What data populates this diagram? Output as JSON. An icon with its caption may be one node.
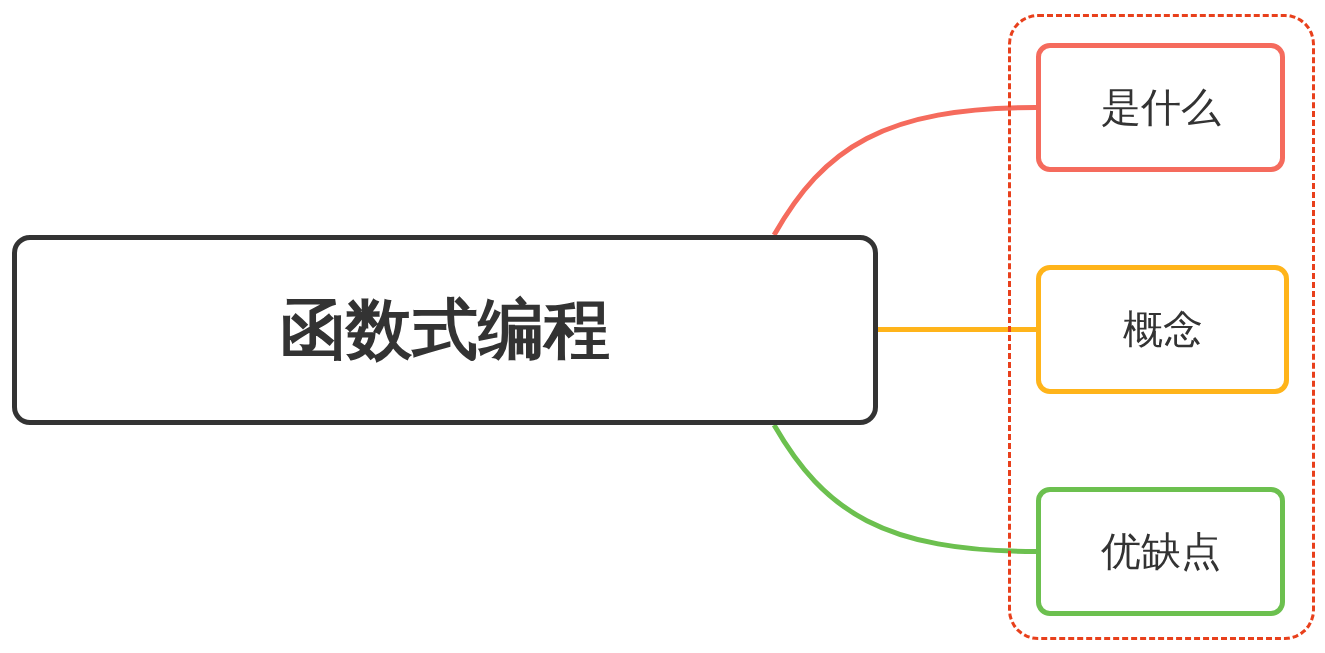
{
  "diagram": {
    "nodes": [
      {
        "text": [
          "函数式编程"
        ]
      },
      {
        "text": [],
        "shape": "box"
      },
      {
        "text": [
          "是什么"
        ],
        "in": 1
      },
      {
        "text": [
          "概念"
        ],
        "in": 1
      },
      {
        "text": [
          "优缺点"
        ],
        "in": 1
      }
    ],
    "edges": [
      {
        "from": 0,
        "to": 2,
        "arrow": "none",
        "color": "#f56b5d"
      },
      {
        "from": 0,
        "to": 3,
        "arrow": "none",
        "color": "#ffb41a"
      },
      {
        "from": 0,
        "to": 4,
        "arrow": "none",
        "color": "#6cc04f"
      }
    ]
  }
}
